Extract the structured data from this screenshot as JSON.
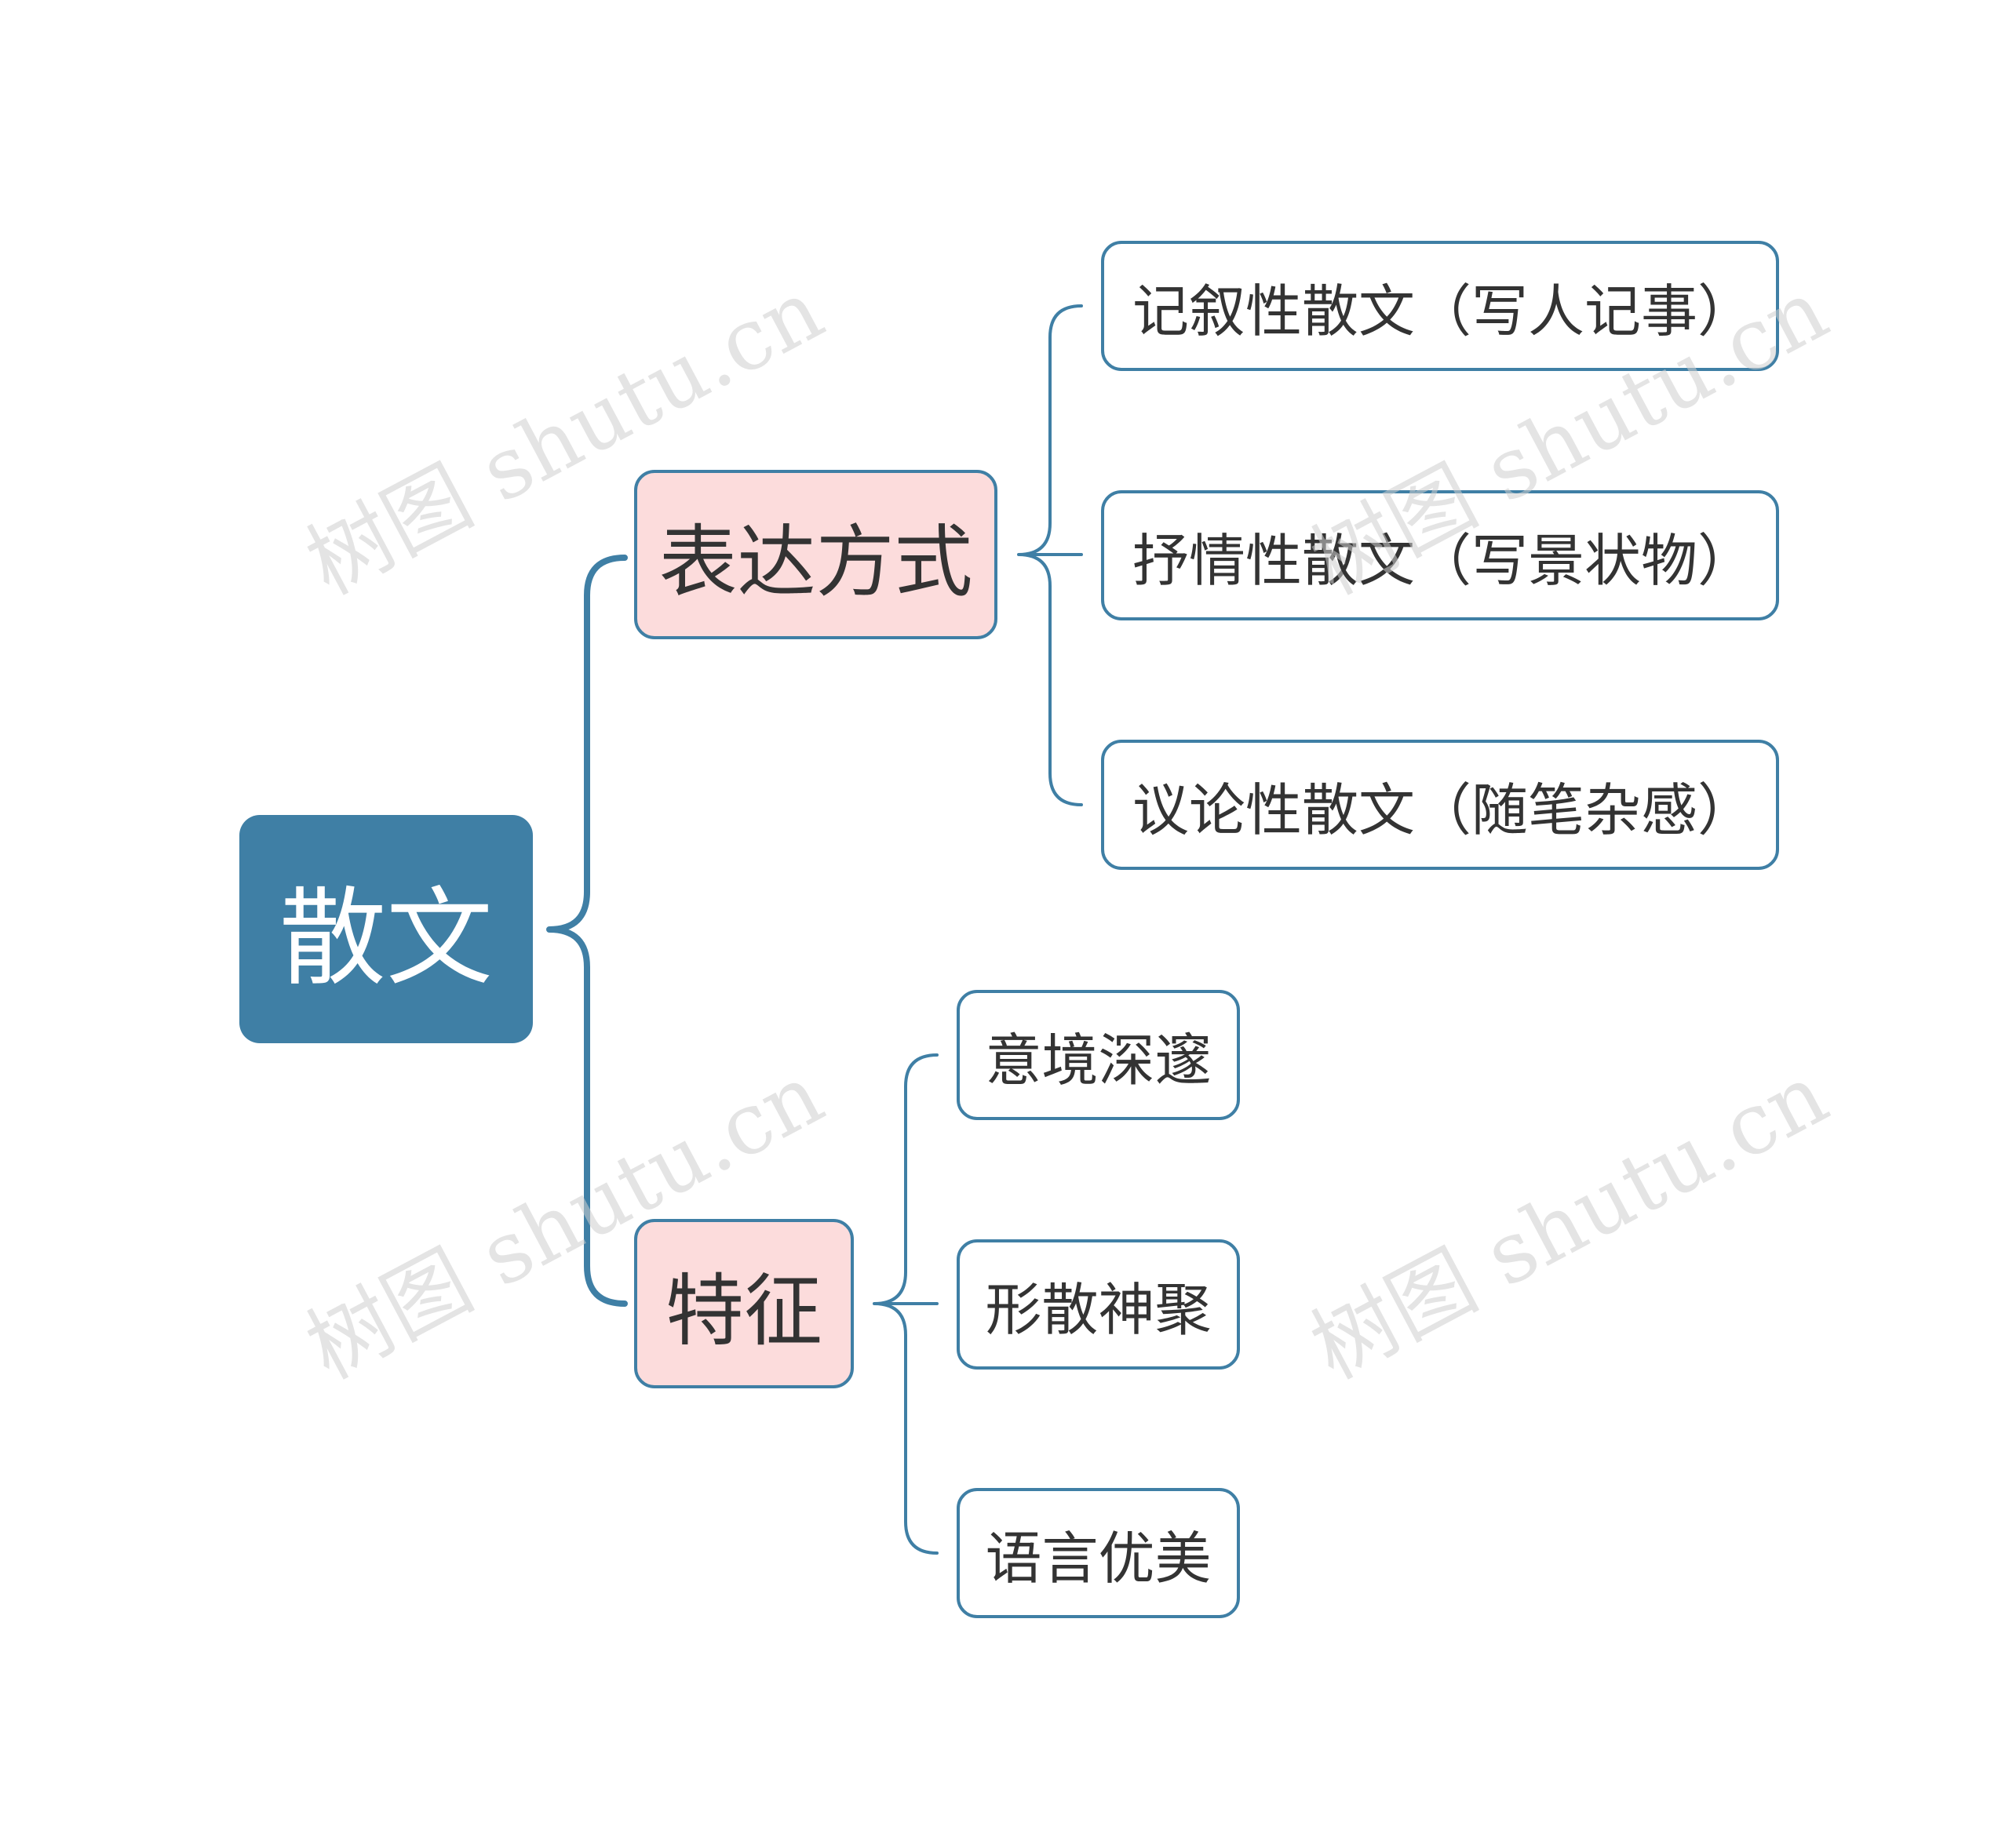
{
  "colors": {
    "root_fill": "#3f7fa5",
    "branch_fill": "#fcdcdc",
    "connector": "#3f7fa5",
    "leaf_border": "#3f7fa5",
    "text": "#333333",
    "root_text": "#ffffff"
  },
  "mindmap": {
    "root": {
      "label": "散文"
    },
    "branches": [
      {
        "label": "表达方式",
        "children": [
          {
            "label": "记叙性散文（写人记事）"
          },
          {
            "label": "抒情性散文（写景状物）"
          },
          {
            "label": "议论性散文（随笔杂感）"
          }
        ]
      },
      {
        "label": "特征",
        "children": [
          {
            "label": "意境深邃"
          },
          {
            "label": "形散神聚"
          },
          {
            "label": "语言优美"
          }
        ]
      }
    ]
  },
  "watermark": {
    "text": "树图 shutu.cn"
  }
}
